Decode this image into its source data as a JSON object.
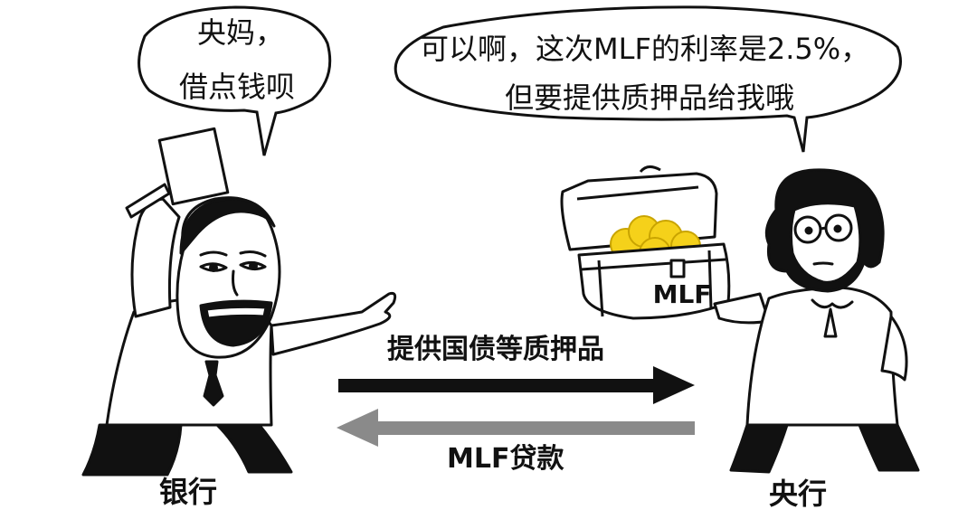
{
  "bubbles": {
    "bank_line1": "央妈，",
    "bank_line2": "借点钱呗",
    "central_line1": "可以啊，这次MLF的利率是2.5%，",
    "central_line2": "但要提供质押品给我哦"
  },
  "chest_label": "MLF",
  "arrows": {
    "to_right_label": "提供国债等质押品",
    "to_left_label": "MLF贷款"
  },
  "parties": {
    "left": "银行",
    "right": "央行"
  },
  "colors": {
    "ink": "#111111",
    "arrow_right": "#111111",
    "arrow_left": "#8a8a8a",
    "coins": "#f5d11a"
  }
}
